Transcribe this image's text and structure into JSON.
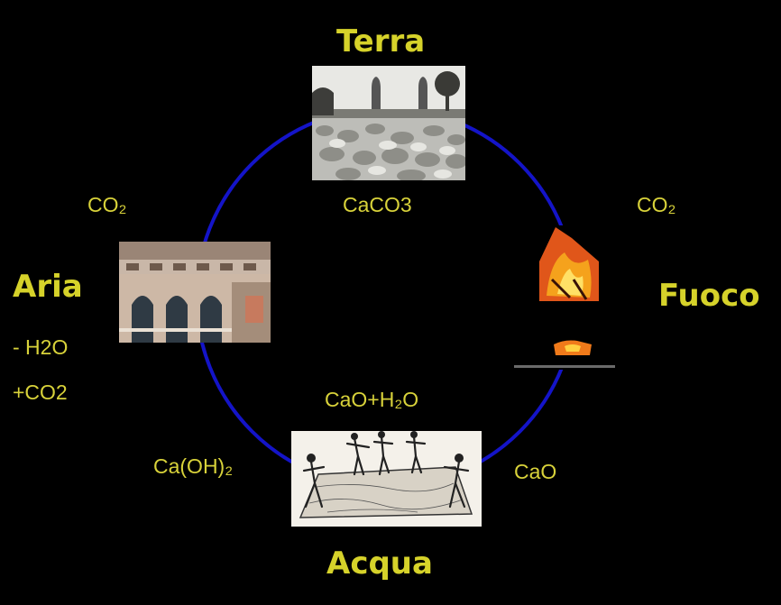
{
  "elements": {
    "terra": "Terra",
    "aria": "Aria",
    "fuoco": "Fuoco",
    "acqua": "Acqua"
  },
  "chem": {
    "co2_left": "CO₂",
    "co2_right": "CO₂",
    "caco3": "CaCO3",
    "h2o_minus": "- H2O",
    "co2_plus": "+CO2",
    "cao_h2o": "CaO+H₂O",
    "caoh2": "Ca(OH)₂",
    "cao": "CaO"
  },
  "colors": {
    "background": "#000000",
    "label_yellow": "#d8d23a",
    "cycle_blue": "#1414c8"
  },
  "images": {
    "terra": "stones-kilns-photo",
    "aria": "venetian-gothic-facade-photo",
    "fuoco": "fire-kiln-photo",
    "acqua": "workers-slaking-lime-engraving"
  }
}
